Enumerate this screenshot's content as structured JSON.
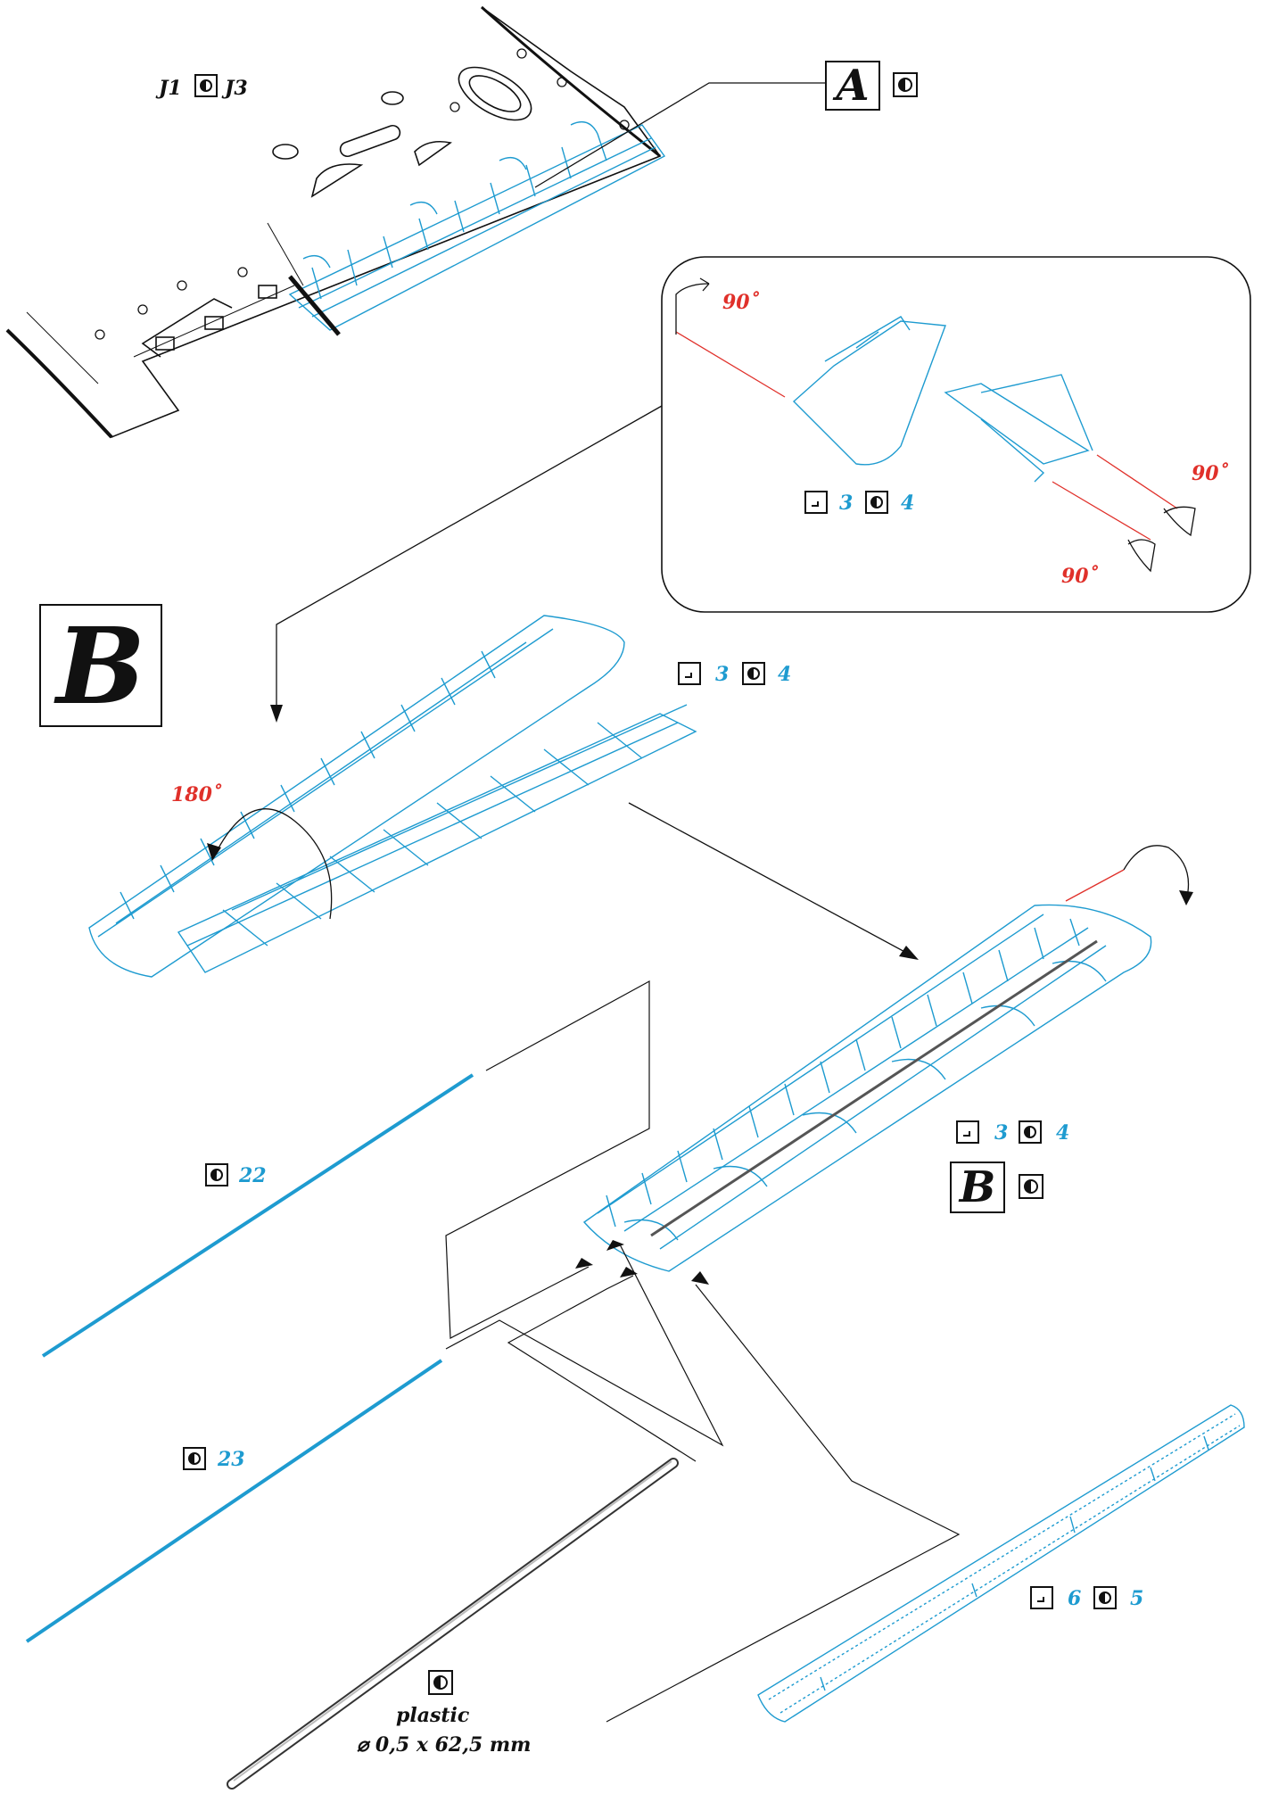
{
  "colors": {
    "part_blue": "#1e9bd0",
    "angle_red": "#e0302a",
    "line_black": "#111111"
  },
  "header": {
    "ref_label_1": "J1",
    "ref_label_2": "J3"
  },
  "step_a": {
    "label": "A"
  },
  "step_b": {
    "label": "B"
  },
  "inset": {
    "angle_top": "90˚",
    "angle_right": "90˚",
    "angle_bottom": "90˚",
    "part_bend": "3",
    "part_pe": "4"
  },
  "stage_b": {
    "fold_angle": "180˚",
    "part_bend": "3",
    "part_pe": "4"
  },
  "assembled": {
    "part_bend": "3",
    "part_pe": "4",
    "label": "B"
  },
  "rods": {
    "part_a": "22",
    "part_b": "23"
  },
  "plastic": {
    "material": "plastic",
    "dimensions": "⌀ 0,5 x 62,5 mm"
  },
  "cover": {
    "part_bend": "6",
    "part_pe": "5"
  },
  "icons": [
    "photo-etch-icon",
    "bend-icon"
  ]
}
